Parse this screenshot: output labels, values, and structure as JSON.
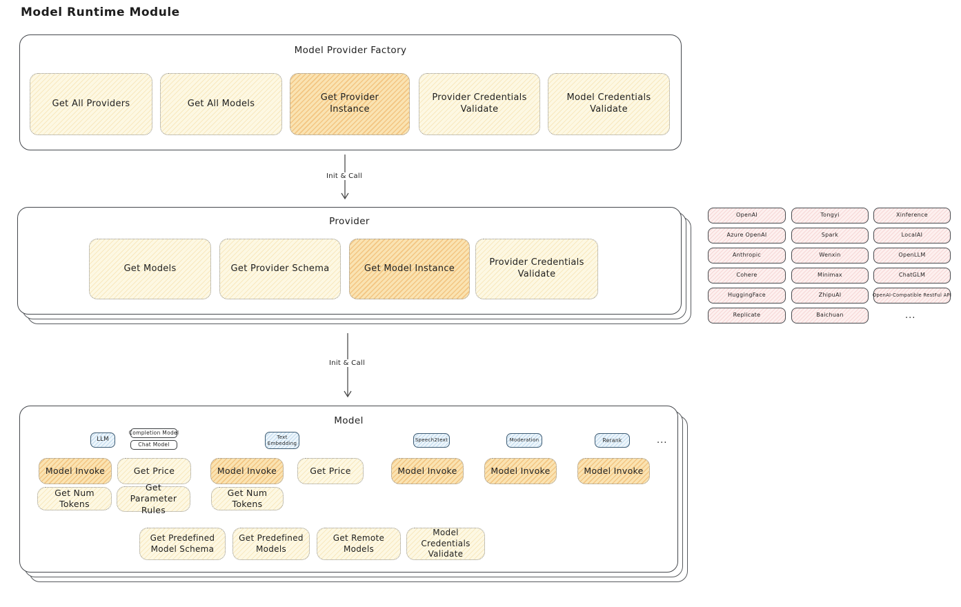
{
  "page": {
    "title": "Model Runtime Module"
  },
  "colors": {
    "yellow_fill": "#fdf8e3",
    "orange_fill": "#fae3b2",
    "pink_fill": "#fdf0ef",
    "blue_fill": "#ecf5fb",
    "frame_border": "#43464b"
  },
  "factory": {
    "title": "Model Provider Factory",
    "buttons": [
      {
        "label": "Get All Providers",
        "highlight": false
      },
      {
        "label": "Get All Models",
        "highlight": false
      },
      {
        "label": "Get Provider Instance",
        "highlight": true
      },
      {
        "label": "Provider Credentials Validate",
        "highlight": false
      },
      {
        "label": "Model Credentials Validate",
        "highlight": false
      }
    ]
  },
  "flow": {
    "arrow1_label": "Init & Call",
    "arrow2_label": "Init & Call"
  },
  "provider": {
    "title": "Provider",
    "buttons": [
      {
        "label": "Get Models",
        "highlight": false
      },
      {
        "label": "Get Provider Schema",
        "highlight": false
      },
      {
        "label": "Get Model Instance",
        "highlight": true
      },
      {
        "label": "Provider Credentials Validate",
        "highlight": false
      }
    ]
  },
  "providers_list": {
    "items": [
      "OpenAI",
      "Tongyi",
      "Xinference",
      "Azure OpenAI",
      "Spark",
      "LocalAI",
      "Anthropic",
      "Wenxin",
      "OpenLLM",
      "Cohere",
      "Minimax",
      "ChatGLM",
      "HuggingFace",
      "ZhipuAI",
      "OpenAI-Compatible RestFul API",
      "Replicate",
      "Baichuan"
    ],
    "more": "..."
  },
  "model": {
    "title": "Model",
    "types": [
      {
        "label": "LLM"
      },
      {
        "label": "Completion Model"
      },
      {
        "label": "Chat Model"
      },
      {
        "label": "Text Embedding"
      },
      {
        "label": "Speech2text"
      },
      {
        "label": "Moderation"
      },
      {
        "label": "Rerank"
      }
    ],
    "more": "...",
    "actions": {
      "model_invoke": "Model Invoke",
      "get_price": "Get Price",
      "get_num_tokens": "Get Num Tokens",
      "get_parameter_rules": "Get Parameter Rules",
      "get_predefined_model_schema": "Get Predefined Model Schema",
      "get_predefined_models": "Get Predefined Models",
      "get_remote_models": "Get Remote Models",
      "model_credentials_validate": "Model Credentials Validate"
    }
  }
}
